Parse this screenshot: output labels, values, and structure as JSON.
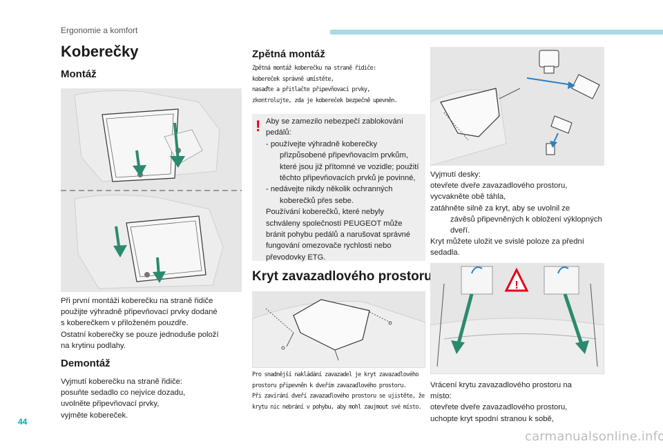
{
  "header": {
    "section": "Ergonomie a komfort"
  },
  "page_number": "44",
  "watermark": "carmanualsonline.info",
  "left": {
    "title": "Koberečky",
    "montaz_heading": "Montáž",
    "montaz_text": [
      "Při první montáži koberečku na straně řidiče",
      "použijte výhradně připevňovací prvky dodané",
      "s koberečkem v přiloženém pouzdře.",
      "Ostatní koberečky se pouze jednoduše položí",
      "na krytinu podlahy."
    ],
    "demontaz_heading": "Demontáž",
    "demontaz_text": [
      "Vyjmutí koberečku na straně řidiče:",
      "  posuňte sedadlo co nejvíce dozadu,",
      "  uvolněte připevňovací prvky,",
      "  vyjměte kobereček."
    ]
  },
  "middle": {
    "zpetna_heading": "Zpětná montáž",
    "zpetna_text": [
      "Zpětná montáž koberečku na straně řidiče:",
      "  kobereček správně umístěte,",
      "  nasaďte a přitlačte připevňovací prvky,",
      "  zkontrolujte, zda je kobereček bezpečně upevněn."
    ],
    "warning_mark": "!",
    "warning_text": [
      "Aby se zamezilo nebezpečí zablokování",
      "pedálů:",
      "-   používejte výhradně koberečky",
      "přizpůsobené připevňovacím prvkům,",
      "které jsou již přítomné ve vozidle; použití",
      "těchto připevňovacích prvků je povinné,",
      "-   nedávejte nikdy několik ochranných",
      "koberečků přes sebe.",
      "Používání koberečků, které nebyly",
      "schváleny společností PEUGEOT může",
      "bránit pohybu pedálů a narušovat správné",
      "fungování omezovače rychlosti nebo",
      "převodovky ETG."
    ],
    "kryt_heading": "Kryt zavazadlového prostoru",
    "kryt_caption": [
      "Pro snadnější nakládání zavazadel je kryt zavazadlového",
      "prostoru připevněn k dveřím zavazadlového prostoru.",
      "Při zavírání dveří zavazadlového prostoru se ujistěte, že",
      "krytu nic nebrání v pohybu, aby mohl zaujmout své místo."
    ]
  },
  "right": {
    "vyjmuti_text": [
      "Vyjmutí desky:",
      "  otevřete dveře zavazadlového prostoru,",
      "  vycvakněte obě táhla,",
      "  zatáhněte silně za kryt, aby se uvolnil ze",
      "závěsů připevněných k obložení výklopných",
      "dveří.",
      "Kryt můžete uložit ve svislé poloze za přední",
      "sedadla."
    ],
    "vraceni_text": [
      "Vrácení krytu zavazadlového prostoru na",
      "místo:",
      "  otevřete dveře zavazadlového prostoru,",
      "  uchopte kryt spodní stranou k sobě,"
    ]
  }
}
